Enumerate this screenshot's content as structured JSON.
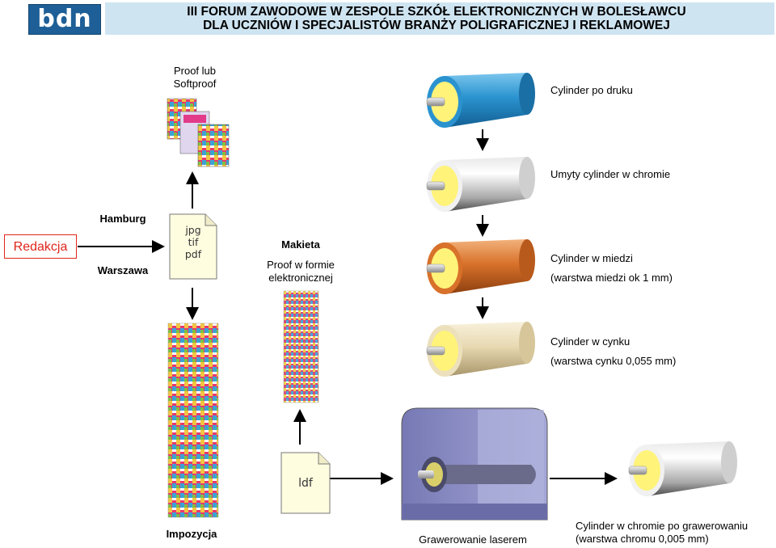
{
  "header": {
    "logo_text": "bdn",
    "title_line1": "III FORUM ZAWODOWE W ZESPOLE SZKÓŁ ELEKTRONICZNYCH W BOLESŁAWCU",
    "title_line2": "DLA UCZNIÓW I SPECJALISTÓW BRANŻY POLIGRAFICZNEJ I REKLAMOWEJ"
  },
  "left": {
    "redakcja": "Redakcja",
    "hamburg": "Hamburg",
    "warszawa": "Warszawa",
    "file_types": [
      "jpg",
      "tif",
      "pdf"
    ],
    "proof_line1": "Proof lub",
    "proof_line2": "Softproof",
    "impozycja": "Impozycja"
  },
  "middle": {
    "makieta": "Makieta",
    "proof_form_line1": "Proof w formie",
    "proof_form_line2": "elektronicznej",
    "ldf": "ldf",
    "grawerowanie": "Grawerowanie laserem"
  },
  "cylinders": {
    "po_druku": "Cylinder po druku",
    "umyty": "Umyty cylinder w chromie",
    "miedz_line1": "Cylinder w miedzi",
    "miedz_line2": "(warstwa miedzi  ok 1 mm)",
    "cynk_line1": "Cylinder w cynku",
    "cynk_line2": "(warstwa cynku 0,055 mm)",
    "final_line1": "Cylinder w chromie po grawerowaniu",
    "final_line2": "(warstwa chromu 0,005 mm)"
  },
  "colors": {
    "logo_bg": "#1e5f97",
    "header_bg": "#cfe4f1",
    "redakcja": "#e0261b",
    "cyl_blue": "#2a93cf",
    "cyl_orange": "#d8712a",
    "cyl_beige": "#ece0bd",
    "cyl_core": "#fff37a",
    "laser_box": "#8a8cc4"
  }
}
